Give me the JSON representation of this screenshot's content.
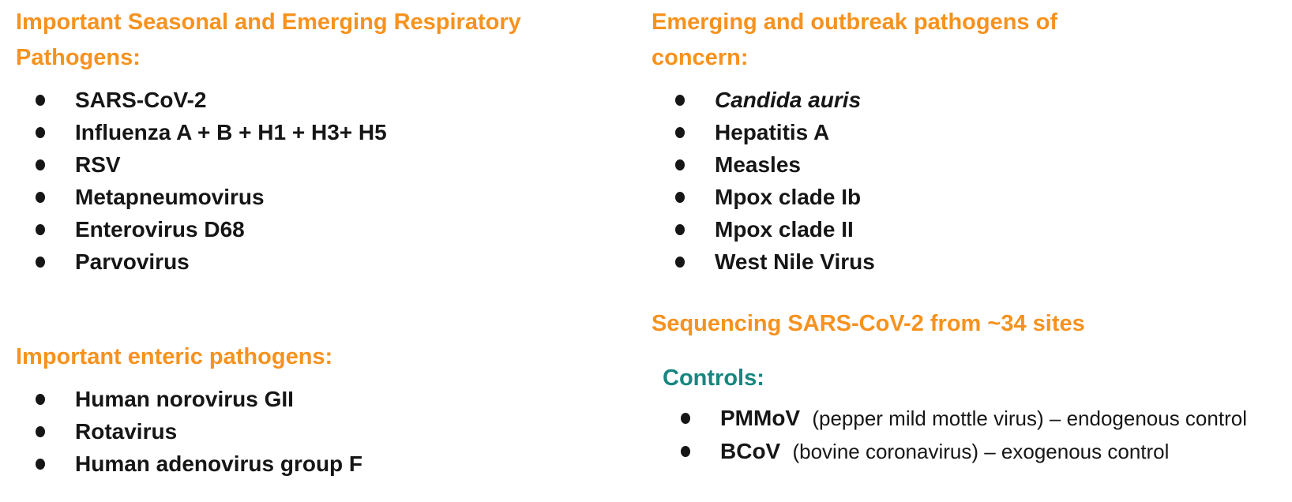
{
  "colors": {
    "orange": "#F6921E",
    "teal": "#17867F",
    "ink": "#161616",
    "bg": "#FFFFFF"
  },
  "left": {
    "respiratory": {
      "heading": "Important Seasonal and Emerging Respiratory Pathogens:",
      "items": [
        "SARS-CoV-2",
        "Influenza A + B + H1 + H3+ H5",
        "RSV",
        "Metapneumovirus",
        "Enterovirus D68",
        "Parvovirus"
      ]
    },
    "enteric": {
      "heading": "Important enteric pathogens:",
      "items": [
        "Human norovirus GII",
        "Rotavirus",
        "Human adenovirus group F"
      ]
    }
  },
  "right": {
    "emerging": {
      "heading": "Emerging and outbreak pathogens of concern:",
      "items": [
        "Candida auris",
        "Hepatitis A",
        "Measles",
        "Mpox clade Ib",
        "Mpox clade II",
        "West Nile Virus"
      ]
    },
    "sequencing_note": "Sequencing SARS-CoV-2 from ~34 sites",
    "controls": {
      "heading": "Controls:",
      "items": [
        {
          "name": "PMMoV",
          "detail": "(pepper mild mottle virus) – endogenous control"
        },
        {
          "name": "BCoV",
          "detail": "(bovine coronavirus) – exogenous control"
        }
      ]
    }
  }
}
